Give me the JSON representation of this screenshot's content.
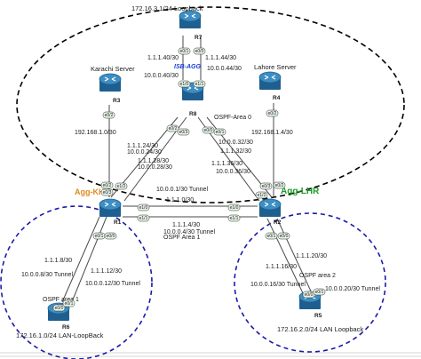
{
  "colors": {
    "router_body": "#1f5f8f",
    "router_top": "#3d8ec3",
    "agg_khi": "#e08a1e",
    "agg_lhr": "#1a9a2a",
    "isb_agg": "#1a3fd6",
    "link": "#4a4a4a",
    "area0_boundary": "#000000",
    "area_boundary": "#1a1aa8",
    "port_fill": "#e9f5e9"
  },
  "icons": {
    "router": "router-icon"
  },
  "routers": {
    "r7": {
      "name": "R7",
      "caption": "172.16.3.1/24 Loopback"
    },
    "r8": {
      "name": "R8",
      "caption": "ISB-AGG"
    },
    "r3": {
      "name": "R3",
      "caption": "Karachi Server"
    },
    "r4": {
      "name": "R4",
      "caption": "Lahore Server"
    },
    "r1": {
      "name": "R1",
      "caption": "Agg-KHI"
    },
    "r2": {
      "name": "R2",
      "caption": "Agg-LHR"
    },
    "r6": {
      "name": "R6",
      "caption": "172.16.1.0/24 LAN-LoopBack"
    },
    "r5": {
      "name": "R5",
      "caption": "172.16.2.0/24 LAN Loopback"
    }
  },
  "ports": {
    "r7_e00": "e0/1",
    "r7_e01": "e0/0",
    "r8_e10": "e1/0",
    "r8_e11": "e1/1",
    "r8_e02": "e0/2",
    "r8_e03": "e0/3",
    "r8_e00": "e0/0",
    "r8_e01": "e0/1",
    "r3_e02": "e0/2",
    "r4_e02": "e0/2",
    "r1_e02": "e0/2",
    "r1_e03": "e0/3",
    "r1_e12": "e1/2",
    "r1_e10": "e1/0",
    "r1_e11": "e1/1",
    "r1_e01": "e0/1",
    "r1_e00": "e0/0",
    "r2_e03": "e0/3",
    "r2_e12": "e1/2",
    "r2_e02": "e0/2",
    "r2_e10": "e1/0",
    "r2_e11": "e1/1",
    "r2_e01": "e0/1",
    "r2_e00": "e0/0",
    "r6_e00": "e0/0",
    "r6_e01": "e0/1",
    "r5_e00": "e0/0",
    "r5_e01": "e0/1"
  },
  "links": {
    "r7r8_a": "1.1.1.40/30",
    "r7r8_b": "1.1.1.44/30",
    "r7r8_c": "10.0.0.40/30",
    "r7r8_d": "10.0.0.44/30",
    "r3r1": "192.168.1.0/30",
    "r4r2": "192.168.1.4/30",
    "r8r1_a": "1.1.1.24/30",
    "r8r1_b": "10.0.0.24/30",
    "r8r1_c": "1.1.1.28/30",
    "r8r1_d": "10.0.0.28/30",
    "r8r2_a": "10.0.0.32/30",
    "r8r2_b": "1.1.1.32/30",
    "r8r2_c": "1.1.1.36/30",
    "r8r2_d": "10.0.0.36/30",
    "r1r2_a": "10.0.0.1/30 Tunnel",
    "r1r2_b": "1.1.1.0/30",
    "r1r2_c": "1.1.1.4/30",
    "r1r2_d": "10.0.0.4/30 Tunnel",
    "r1r6_a": "1.1.1.8/30",
    "r1r6_b": "10.0.0.8/30 Tunnel",
    "r1r6_c": "1.1.1.12/30",
    "r1r6_d": "10.0.0.12/30 Tunnel",
    "r2r5_a": "1.1.1.20/30",
    "r2r5_b": "1.1.1.16/30",
    "r2r5_c": "10.0.0.16/30 Tunnel",
    "r2r5_d": "10.0.0.20/30 Tunnel"
  },
  "areas": {
    "area0": "OSPF-Area 0",
    "area0_overlap": "OSPF Area 1",
    "area1": "OSPF area 1",
    "area2": "OSPF area 2"
  }
}
